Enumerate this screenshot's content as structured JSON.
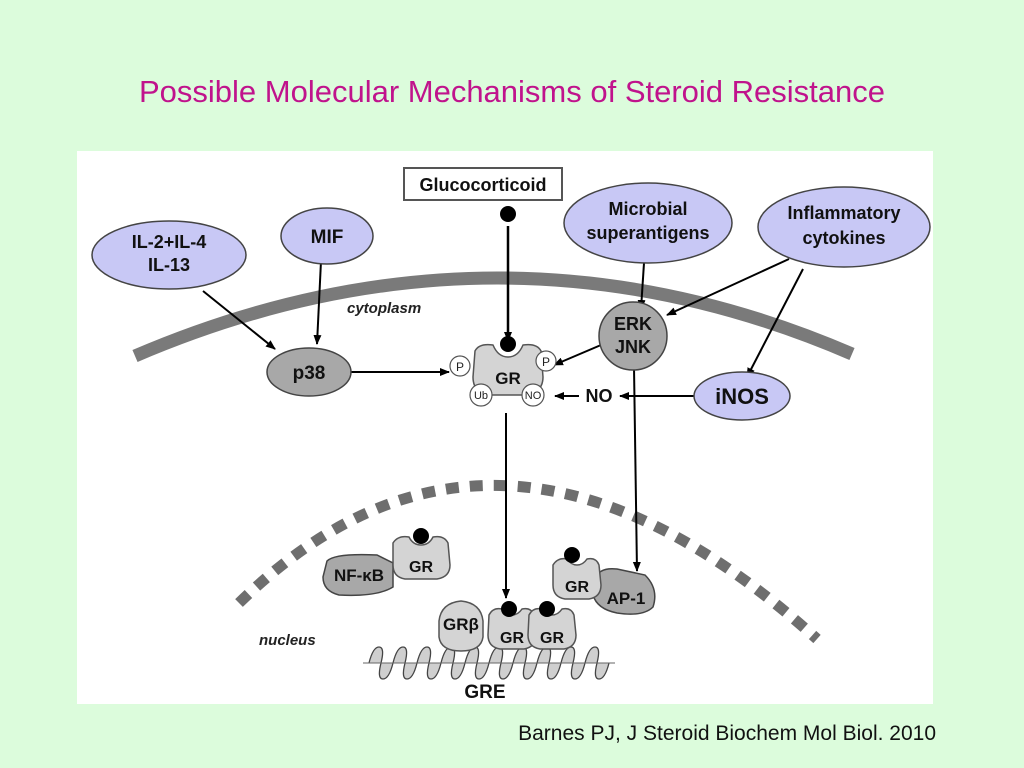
{
  "title": "Possible Molecular Mechanisms of Steroid Resistance",
  "citation": "Barnes PJ, J Steroid Biochem Mol Biol. 2010",
  "colors": {
    "background": "#dcfcdc",
    "title": "#c0138c",
    "oval_fill": "#c8c8f5",
    "protein_fill": "#a8a8a8",
    "membrane": "#7a7a7a"
  },
  "diagram": {
    "glucocorticoid": "Glucocorticoid",
    "il2_line1": "IL-2+IL-4",
    "il2_line2": "IL-13",
    "mif": "MIF",
    "microbial_line1": "Microbial",
    "microbial_line2": "superantigens",
    "inflammatory_line1": "Inflammatory",
    "inflammatory_line2": "cytokines",
    "cytoplasm": "cytoplasm",
    "p38": "p38",
    "erk": "ERK",
    "jnk": "JNK",
    "gr": "GR",
    "p": "P",
    "ub": "Ub",
    "no_site": "NO",
    "no": "NO",
    "inos": "iNOS",
    "nfkb": "NF-κB",
    "ap1": "AP-1",
    "gr_beta": "GRβ",
    "nucleus": "nucleus",
    "gre": "GRE"
  }
}
